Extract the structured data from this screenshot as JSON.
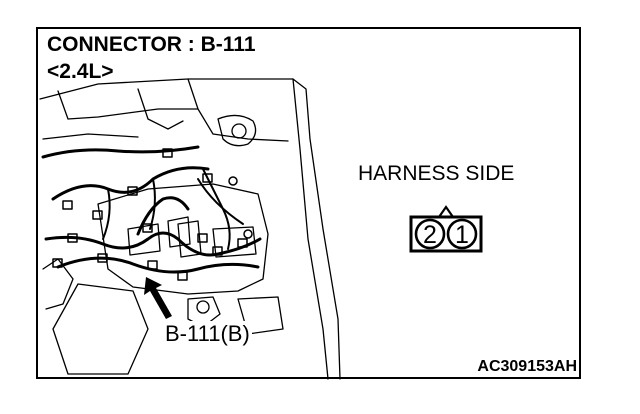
{
  "diagram": {
    "title": "CONNECTOR : B-111",
    "subtitle": "<2.4L>",
    "harness_label": "HARNESS SIDE",
    "callout_label": "B-111(B)",
    "figure_id": "AC309153AH",
    "connector_pins": [
      "2",
      "1"
    ]
  }
}
